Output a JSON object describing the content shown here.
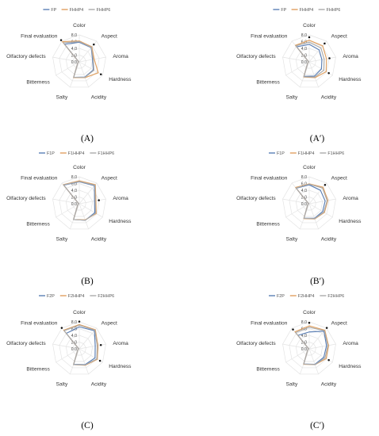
{
  "series_colors": [
    "#5b7fb5",
    "#e0a060",
    "#aaaaaa"
  ],
  "axes": [
    "Color",
    "Aspect",
    "Aroma",
    "Hardness",
    "Acidity",
    "Salty",
    "Bitterness",
    "Olfactory defects",
    "Final evaluation"
  ],
  "chart_data": [
    {
      "type": "radar",
      "panel_label": "(A)",
      "rmax": 8,
      "ticks": [
        "0.0",
        "2.0",
        "4.0",
        "6.0",
        "8.0"
      ],
      "categories": [
        "Color",
        "Aspect",
        "Aroma",
        "Hardness",
        "Acidity",
        "Salty",
        "Bitterness",
        "Olfactory defects",
        "Final evaluation"
      ],
      "legend": [
        "FP",
        "FHHP4",
        "FHHP6"
      ],
      "series": [
        {
          "name": "FP",
          "values": [
            5.8,
            5.5,
            4.0,
            4.8,
            4.8,
            4.9,
            0.5,
            0.2,
            6.8
          ]
        },
        {
          "name": "FHHP4",
          "values": [
            6.2,
            5.8,
            4.5,
            6.5,
            5.0,
            5.0,
            0.5,
            0.2,
            7.8
          ]
        },
        {
          "name": "FHHP6",
          "values": [
            6.0,
            5.6,
            4.2,
            5.0,
            4.9,
            4.9,
            0.5,
            0.2,
            7.4
          ]
        }
      ],
      "significance": [
        "Aspect",
        "Hardness",
        "Final evaluation"
      ]
    },
    {
      "type": "radar",
      "panel_label": "(A′)",
      "rmax": 8,
      "ticks": [
        "0.0",
        "2.0",
        "4.0",
        "6.0",
        "8.0"
      ],
      "categories": [
        "Color",
        "Aspect",
        "Aroma",
        "Hardness",
        "Acidity",
        "Salty",
        "Bitterness",
        "Olfactory defects",
        "Final evaluation"
      ],
      "legend": [
        "FP",
        "FHHP4",
        "FHHP6"
      ],
      "series": [
        {
          "name": "FP",
          "values": [
            5.2,
            4.6,
            3.8,
            4.2,
            4.5,
            4.6,
            0.5,
            0.2,
            5.8
          ]
        },
        {
          "name": "FHHP4",
          "values": [
            6.4,
            6.2,
            5.2,
            5.8,
            5.0,
            4.8,
            0.5,
            0.2,
            6.4
          ]
        },
        {
          "name": "FHHP6",
          "values": [
            5.8,
            5.4,
            4.5,
            5.0,
            4.8,
            4.7,
            0.5,
            0.2,
            6.2
          ]
        }
      ],
      "significance": [
        "Color",
        "Aspect",
        "Aroma",
        "Hardness"
      ]
    },
    {
      "type": "radar",
      "panel_label": "(B)",
      "rmax": 8,
      "ticks": [
        "0.0",
        "2.0",
        "4.0",
        "6.0",
        "8.0"
      ],
      "categories": [
        "Color",
        "Aspect",
        "Aroma",
        "Hardness",
        "Acidity",
        "Salty",
        "Bitterness",
        "Olfactory defects",
        "Final evaluation"
      ],
      "legend": [
        "F1P",
        "F1HHP4",
        "F1HHP6"
      ],
      "series": [
        {
          "name": "F1P",
          "values": [
            6.5,
            7.0,
            4.6,
            5.3,
            5.2,
            5.0,
            0.5,
            0.2,
            7.2
          ]
        },
        {
          "name": "F1HHP4",
          "values": [
            6.8,
            7.4,
            5.0,
            5.8,
            5.1,
            5.0,
            0.5,
            0.2,
            7.4
          ]
        },
        {
          "name": "F1HHP6",
          "values": [
            6.6,
            7.2,
            4.8,
            5.6,
            5.2,
            5.0,
            0.5,
            0.2,
            7.3
          ]
        }
      ],
      "significance": [
        "Aroma"
      ]
    },
    {
      "type": "radar",
      "panel_label": "(B′)",
      "rmax": 8,
      "ticks": [
        "0.0",
        "2.0",
        "4.0",
        "6.0",
        "8.0"
      ],
      "categories": [
        "Color",
        "Aspect",
        "Aroma",
        "Hardness",
        "Acidity",
        "Salty",
        "Bitterness",
        "Olfactory defects",
        "Final evaluation"
      ],
      "legend": [
        "F1P",
        "F1HHP4",
        "F1HHP6"
      ],
      "series": [
        {
          "name": "F1P",
          "values": [
            5.6,
            5.2,
            4.8,
            4.6,
            4.6,
            4.6,
            0.5,
            0.2,
            6.0
          ]
        },
        {
          "name": "F1HHP4",
          "values": [
            5.9,
            6.4,
            5.6,
            5.2,
            4.8,
            4.7,
            0.5,
            0.2,
            6.3
          ]
        },
        {
          "name": "F1HHP6",
          "values": [
            5.8,
            6.1,
            5.4,
            5.0,
            4.7,
            4.6,
            0.5,
            0.2,
            6.1
          ]
        }
      ],
      "significance": [
        "Aspect"
      ]
    },
    {
      "type": "radar",
      "panel_label": "(C)",
      "rmax": 8,
      "ticks": [
        "0.0",
        "2.0",
        "4.0",
        "6.0",
        "8.0"
      ],
      "categories": [
        "Color",
        "Aspect",
        "Aroma",
        "Hardness",
        "Acidity",
        "Salty",
        "Bitterness",
        "Olfactory defects",
        "Final evaluation"
      ],
      "legend": [
        "F2P",
        "F2HHP4",
        "F2HHP6"
      ],
      "series": [
        {
          "name": "F2P",
          "values": [
            6.5,
            7.0,
            4.8,
            5.4,
            5.0,
            4.9,
            0.5,
            0.2,
            6.0
          ]
        },
        {
          "name": "F2HHP4",
          "values": [
            7.2,
            7.4,
            5.6,
            6.2,
            5.2,
            5.0,
            0.5,
            0.2,
            7.2
          ]
        },
        {
          "name": "F2HHP6",
          "values": [
            7.0,
            7.2,
            5.4,
            6.0,
            5.1,
            5.0,
            0.5,
            0.2,
            7.0
          ]
        }
      ],
      "significance": [
        "Color",
        "Aroma",
        "Hardness",
        "Final evaluation"
      ]
    },
    {
      "type": "radar",
      "panel_label": "(C′)",
      "rmax": 8,
      "ticks": [
        "0.0",
        "2.0",
        "4.0",
        "6.0",
        "8.0"
      ],
      "categories": [
        "Color",
        "Aspect",
        "Aroma",
        "Hardness",
        "Acidity",
        "Salty",
        "Bitterness",
        "Olfactory defects",
        "Final evaluation"
      ],
      "legend": [
        "F2P",
        "F2HHP4",
        "F2HHP6"
      ],
      "series": [
        {
          "name": "F2P",
          "values": [
            5.0,
            6.8,
            5.2,
            5.0,
            4.9,
            4.8,
            0.5,
            0.2,
            5.2
          ]
        },
        {
          "name": "F2HHP4",
          "values": [
            6.8,
            7.2,
            5.8,
            5.8,
            5.0,
            4.9,
            0.5,
            0.2,
            6.6
          ]
        },
        {
          "name": "F2HHP6",
          "values": [
            6.4,
            7.0,
            5.6,
            5.4,
            5.0,
            4.8,
            0.5,
            0.2,
            6.3
          ]
        }
      ],
      "significance": [
        "Color",
        "Aspect",
        "Hardness",
        "Final evaluation"
      ]
    }
  ]
}
